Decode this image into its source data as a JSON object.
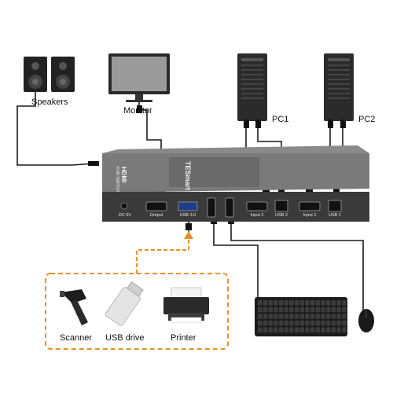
{
  "devices": {
    "speakers": "Speakers",
    "monitor": "Monitor",
    "pc1": "PC1",
    "pc2": "PC2",
    "scanner": "Scanner",
    "usb_drive": "USB drive",
    "printer": "Printer"
  },
  "ports": {
    "dc": "DC 5V",
    "output": "Output",
    "usb30": "USB 3.0",
    "input2": "Input 2",
    "usb2": "USB 2",
    "input1": "Input 1",
    "usb1": "USB 1"
  },
  "brand": {
    "name": "TESmart",
    "line1": "HDMI",
    "line2": "KVM SWITCH"
  },
  "colors": {
    "switch_body": "#6b6b6b",
    "switch_front": "#3a3a3a",
    "cable": "#1a1a1a",
    "accent_orange": "#e8902a"
  },
  "icons": {
    "speakers": "speaker-icon",
    "monitor": "monitor-icon",
    "pc": "desktop-tower-icon",
    "scanner": "barcode-scanner-icon",
    "usb_drive": "usb-drive-icon",
    "printer": "printer-icon",
    "keyboard": "keyboard-icon",
    "mouse": "mouse-icon"
  }
}
